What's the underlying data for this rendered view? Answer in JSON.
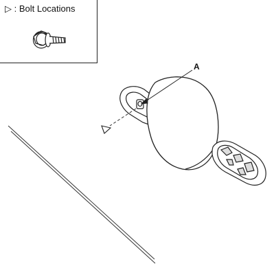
{
  "legend": {
    "symbol_meaning_text": "▷ : Bolt Locations",
    "fastener_type": "flange-bolt"
  },
  "callouts": {
    "a_label": "A"
  },
  "icons": {
    "bolt_location_marker": "triangle-marker-icon",
    "fastener": "flange-bolt-icon"
  },
  "colors": {
    "line": "#222222",
    "background": "#ffffff"
  }
}
